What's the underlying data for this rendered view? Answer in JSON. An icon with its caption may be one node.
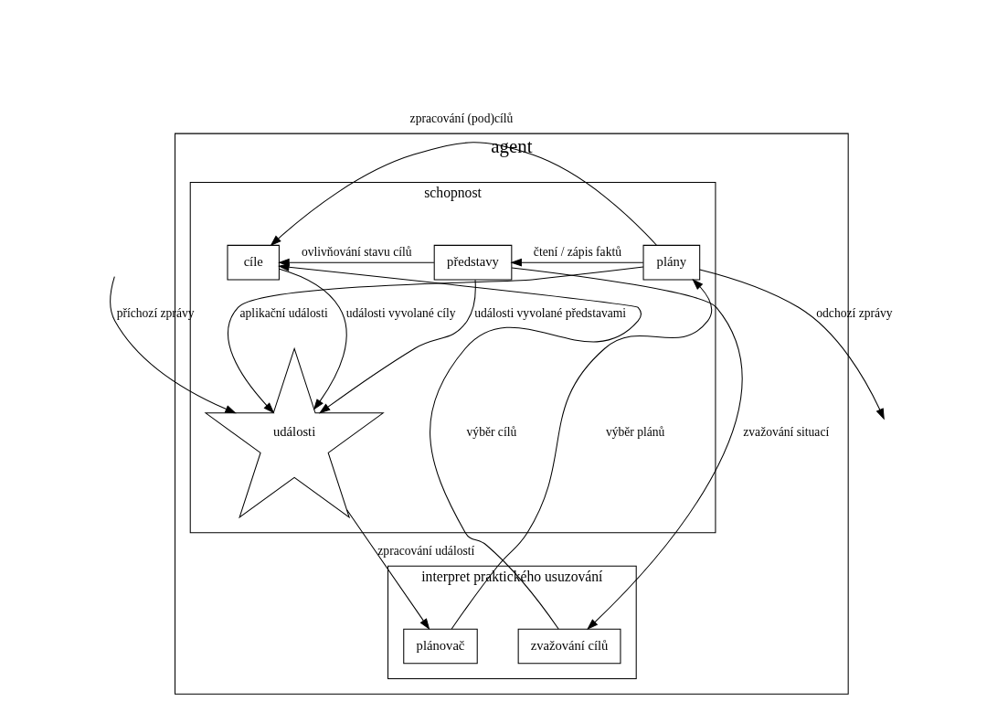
{
  "diagram": {
    "nodes": [
      {
        "text": [
          "agent"
        ]
      },
      {
        "text": [
          "interpret praktického usuzování"
        ],
        "in": 0
      },
      {
        "text": [
          "schopnost"
        ],
        "in": 0
      },
      {
        "text": [
          "zvažování cílů"
        ],
        "in": 1
      },
      {
        "text": [
          "plánovač"
        ],
        "in": 1
      },
      {
        "text": [
          "představy"
        ],
        "in": 2
      },
      {
        "text": [
          "cíle"
        ],
        "in": 2
      },
      {
        "text": [
          "události"
        ],
        "in": 2
      },
      {
        "text": [
          "plány"
        ],
        "in": 2
      }
    ],
    "edges": [
      {
        "from": 3,
        "to": 6,
        "arrow": "to",
        "label": "výběr cílů"
      },
      {
        "from": 5,
        "to": 6,
        "arrow": "to",
        "label": "ovlivňování stavu cílů"
      },
      {
        "from": 5,
        "to": 3,
        "arrow": "to",
        "label": "zvažování situací"
      },
      {
        "from": 5,
        "to": 7,
        "arrow": "to",
        "label": "události vyvolané představami"
      },
      {
        "from": 6,
        "to": 7,
        "arrow": "to",
        "label": "události vyvolané cíly"
      },
      {
        "from": 7,
        "to": 4,
        "arrow": "to",
        "label": "zpracování událostí"
      },
      {
        "from": null,
        "to": 7,
        "arrow": "to",
        "label": "příchozí zprávy"
      },
      {
        "from": 8,
        "to": 7,
        "arrow": "to",
        "label": "aplikační události"
      },
      {
        "from": 8,
        "to": 5,
        "arrow": "to",
        "label": "čtení / zápis faktů"
      },
      {
        "from": 8,
        "to": 6,
        "arrow": "to",
        "label": "zpracování (pod)cílů"
      },
      {
        "from": 4,
        "to": 8,
        "arrow": "to",
        "label": "výběr plánů"
      },
      {
        "from": 8,
        "to": null,
        "arrow": "to",
        "label": "odchozí zprávy"
      }
    ]
  }
}
